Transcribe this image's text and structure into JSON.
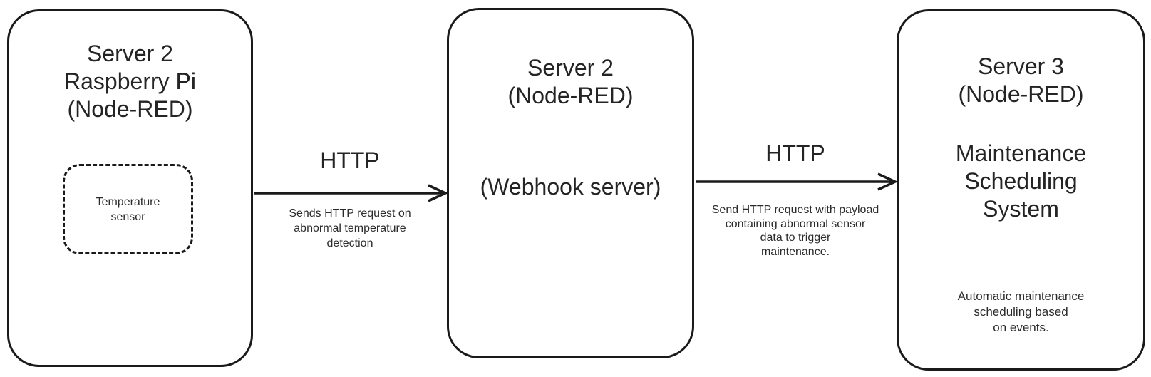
{
  "diagram": {
    "colors": {
      "background": "#ffffff",
      "stroke": "#1a1a1a",
      "text": "#242424"
    },
    "nodes": {
      "pi": {
        "title_lines": [
          "Server 2",
          "Raspberry Pi",
          "(Node-RED)"
        ],
        "sensor_lines": [
          "Temperature",
          "sensor"
        ]
      },
      "webhook": {
        "title_lines": [
          "Server 2",
          "(Node-RED)"
        ],
        "body": "(Webhook server)"
      },
      "maintenance": {
        "title_lines": [
          "Server 3",
          "(Node-RED)"
        ],
        "subtitle_lines": [
          "Maintenance",
          "Scheduling",
          "System"
        ],
        "note_lines": [
          "Automatic maintenance",
          "scheduling based",
          "on events."
        ]
      }
    },
    "edges": {
      "e1": {
        "label": "HTTP",
        "desc_lines": [
          "Sends HTTP request on",
          "abnormal temperature",
          "detection"
        ]
      },
      "e2": {
        "label": "HTTP",
        "desc_lines": [
          "Send HTTP request with payload",
          "containing abnormal sensor",
          "data to trigger",
          "maintenance."
        ]
      }
    }
  }
}
